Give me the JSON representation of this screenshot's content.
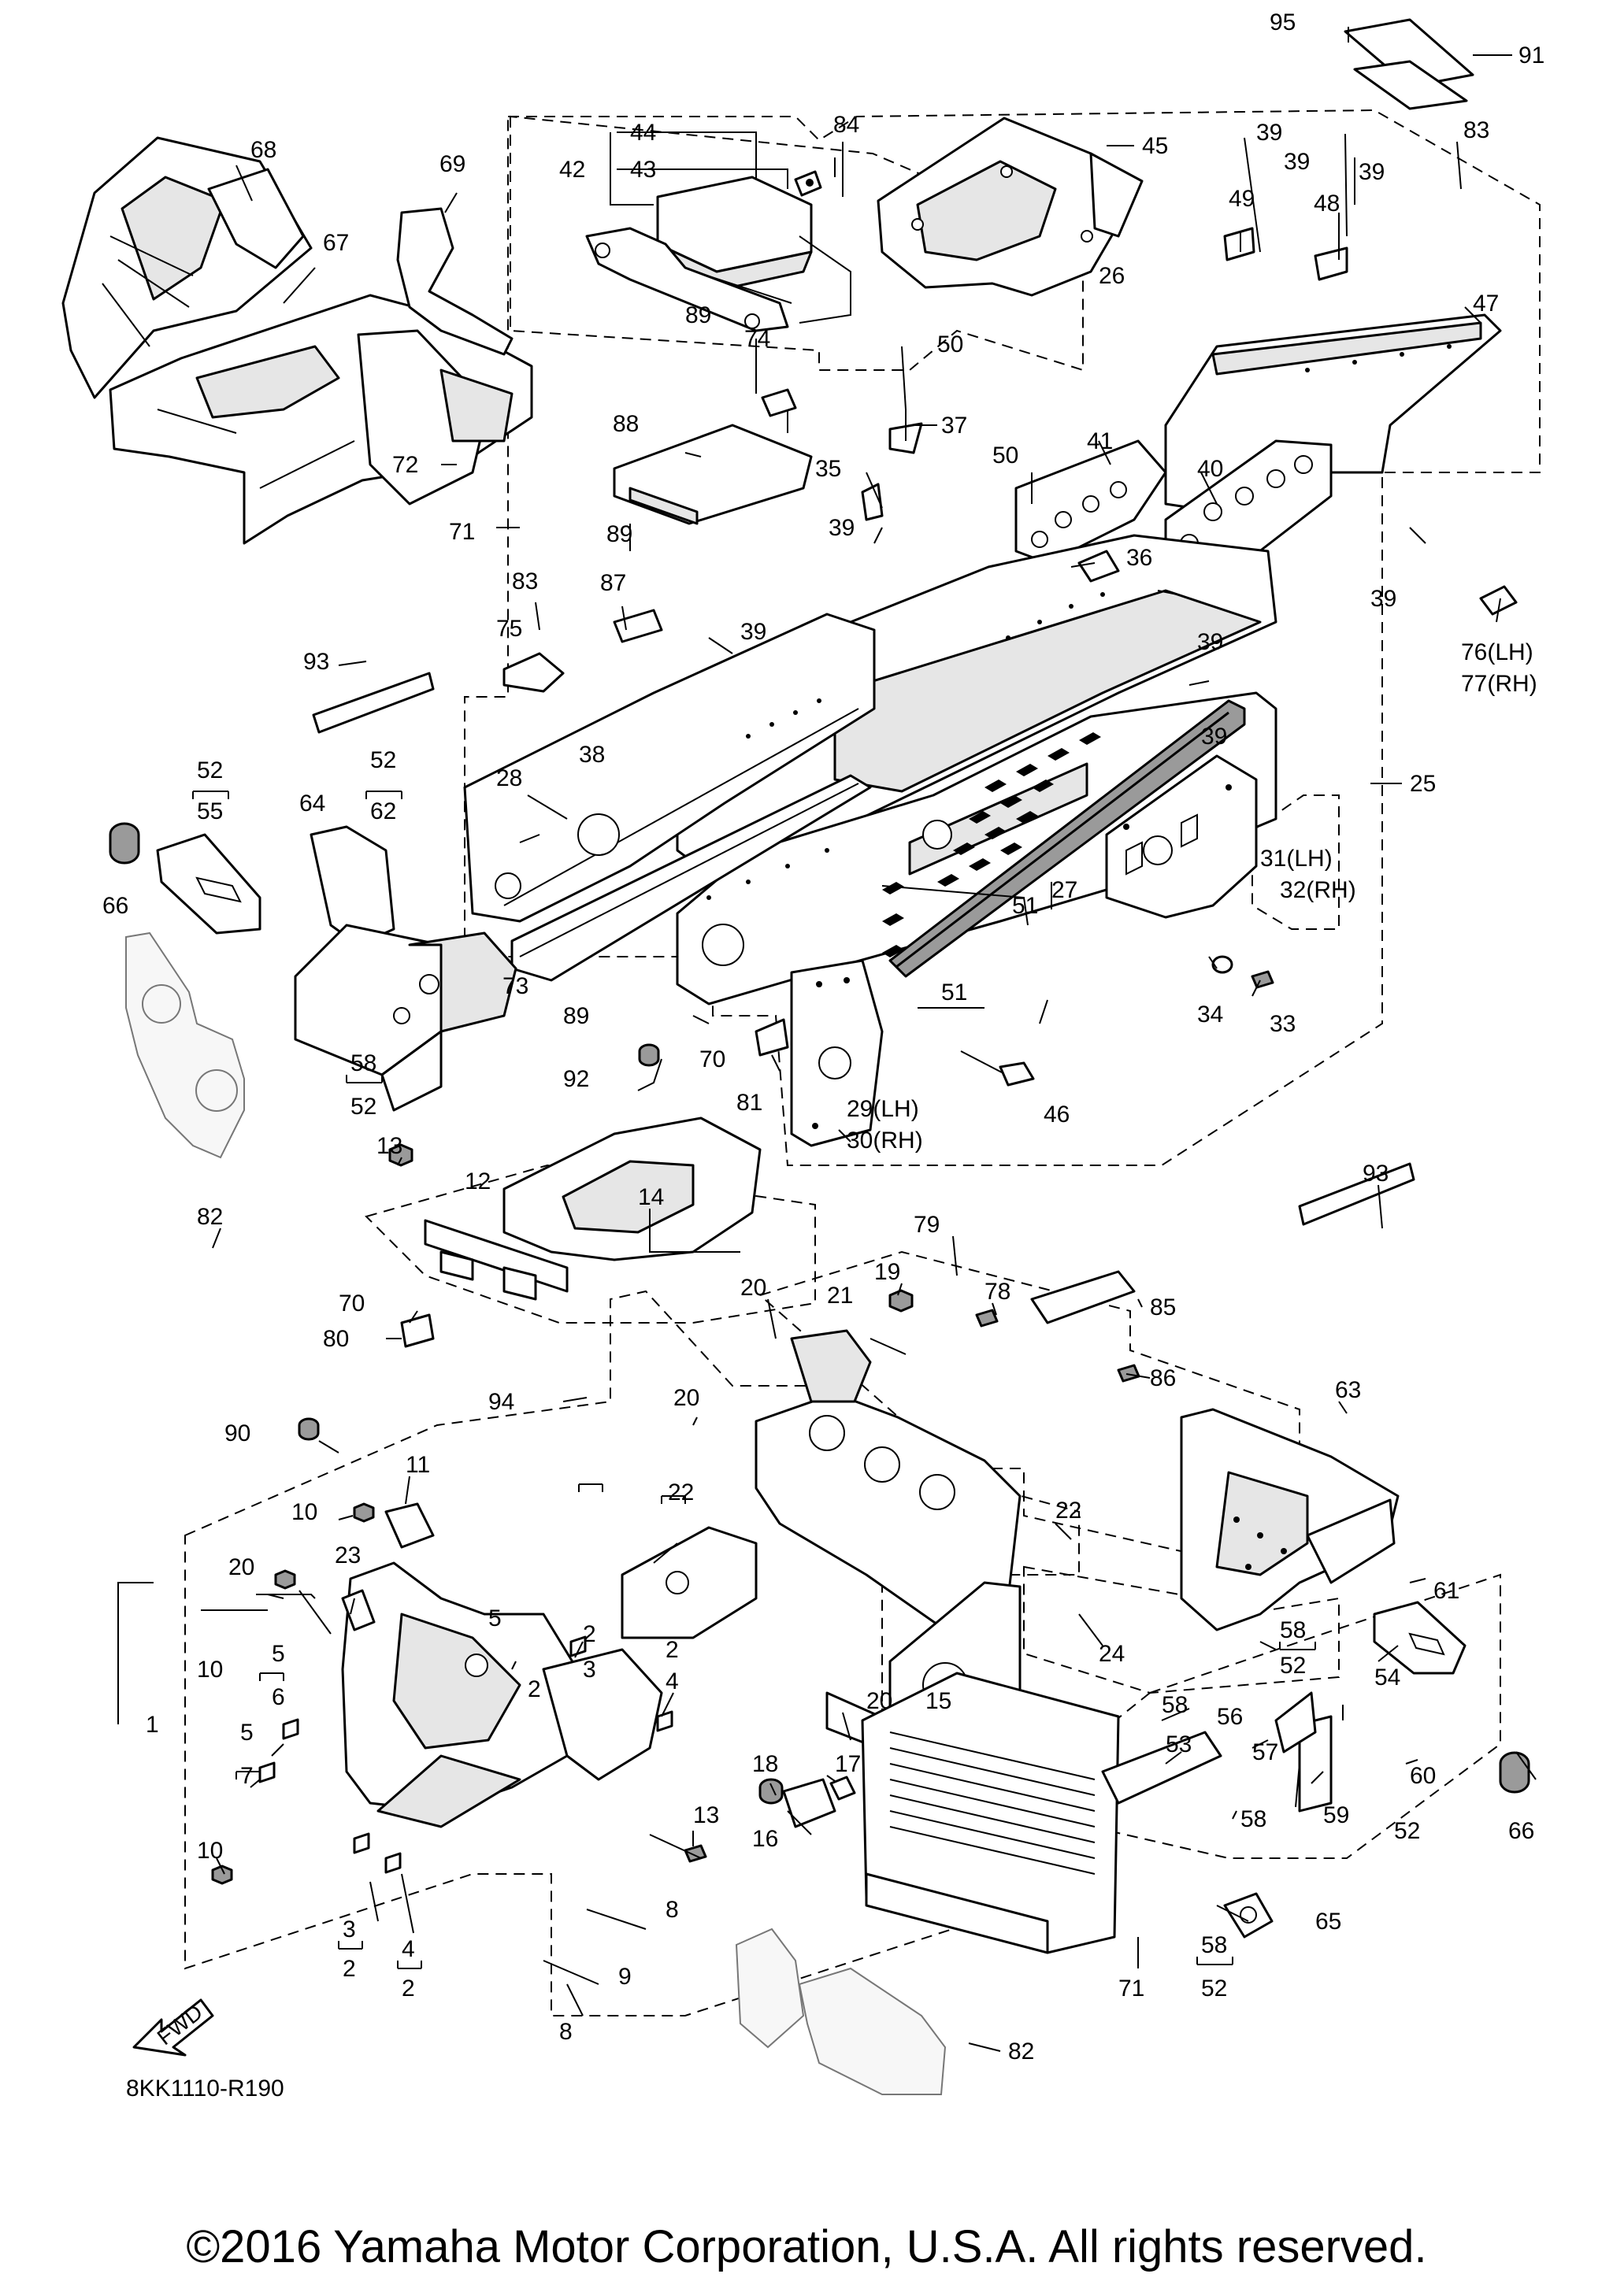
{
  "diagram": {
    "drawing_code": "8KK1110-R190",
    "direction_label": "FWD",
    "callouts": [
      {
        "id": "c95",
        "label": "95"
      },
      {
        "id": "c91",
        "label": "91"
      },
      {
        "id": "c84",
        "label": "84"
      },
      {
        "id": "c44",
        "label": "44"
      },
      {
        "id": "c43",
        "label": "43"
      },
      {
        "id": "c42",
        "label": "42"
      },
      {
        "id": "c45",
        "label": "45"
      },
      {
        "id": "c39a",
        "label": "39"
      },
      {
        "id": "c39b",
        "label": "39"
      },
      {
        "id": "c39c",
        "label": "39"
      },
      {
        "id": "c83a",
        "label": "83"
      },
      {
        "id": "c68",
        "label": "68"
      },
      {
        "id": "c69",
        "label": "69"
      },
      {
        "id": "c67",
        "label": "67"
      },
      {
        "id": "c49",
        "label": "49"
      },
      {
        "id": "c48",
        "label": "48"
      },
      {
        "id": "c26",
        "label": "26"
      },
      {
        "id": "c47",
        "label": "47"
      },
      {
        "id": "c89a",
        "label": "89"
      },
      {
        "id": "c74",
        "label": "74"
      },
      {
        "id": "c50a",
        "label": "50"
      },
      {
        "id": "c37",
        "label": "37"
      },
      {
        "id": "c88",
        "label": "88"
      },
      {
        "id": "c41",
        "label": "41"
      },
      {
        "id": "c72",
        "label": "72"
      },
      {
        "id": "c35",
        "label": "35"
      },
      {
        "id": "c50b",
        "label": "50"
      },
      {
        "id": "c40",
        "label": "40"
      },
      {
        "id": "c71a",
        "label": "71"
      },
      {
        "id": "c89b",
        "label": "89"
      },
      {
        "id": "c39d",
        "label": "39"
      },
      {
        "id": "c36",
        "label": "36"
      },
      {
        "id": "c83b",
        "label": "83"
      },
      {
        "id": "c87",
        "label": "87"
      },
      {
        "id": "c39e",
        "label": "39"
      },
      {
        "id": "c39f",
        "label": "39"
      },
      {
        "id": "c39g",
        "label": "39"
      },
      {
        "id": "c75",
        "label": "75"
      },
      {
        "id": "c76",
        "label": "76(LH)"
      },
      {
        "id": "c77",
        "label": "77(RH)"
      },
      {
        "id": "c93a",
        "label": "93"
      },
      {
        "id": "c39h",
        "label": "39"
      },
      {
        "id": "c52a",
        "label": "52"
      },
      {
        "id": "c55",
        "label": "55"
      },
      {
        "id": "c52b",
        "label": "52"
      },
      {
        "id": "c62",
        "label": "62"
      },
      {
        "id": "c28",
        "label": "28"
      },
      {
        "id": "c38",
        "label": "38"
      },
      {
        "id": "c25",
        "label": "25"
      },
      {
        "id": "c64",
        "label": "64"
      },
      {
        "id": "c66a",
        "label": "66"
      },
      {
        "id": "c31",
        "label": "31(LH)"
      },
      {
        "id": "c32",
        "label": "32(RH)"
      },
      {
        "id": "c27",
        "label": "27"
      },
      {
        "id": "c51a",
        "label": "51"
      },
      {
        "id": "c34",
        "label": "34"
      },
      {
        "id": "c33",
        "label": "33"
      },
      {
        "id": "c73",
        "label": "73"
      },
      {
        "id": "c51b",
        "label": "51"
      },
      {
        "id": "c89c",
        "label": "89"
      },
      {
        "id": "c70a",
        "label": "70"
      },
      {
        "id": "c92",
        "label": "92"
      },
      {
        "id": "c81",
        "label": "81"
      },
      {
        "id": "c58a",
        "label": "58"
      },
      {
        "id": "c52c",
        "label": "52"
      },
      {
        "id": "c29",
        "label": "29(LH)"
      },
      {
        "id": "c30",
        "label": "30(RH)"
      },
      {
        "id": "c46",
        "label": "46"
      },
      {
        "id": "c93b",
        "label": "93"
      },
      {
        "id": "c13a",
        "label": "13"
      },
      {
        "id": "c14",
        "label": "14"
      },
      {
        "id": "c12",
        "label": "12"
      },
      {
        "id": "c82a",
        "label": "82"
      },
      {
        "id": "c79",
        "label": "79"
      },
      {
        "id": "c19",
        "label": "19"
      },
      {
        "id": "c78",
        "label": "78"
      },
      {
        "id": "c20a",
        "label": "20"
      },
      {
        "id": "c21",
        "label": "21"
      },
      {
        "id": "c85",
        "label": "85"
      },
      {
        "id": "c70b",
        "label": "70"
      },
      {
        "id": "c80",
        "label": "80"
      },
      {
        "id": "c86",
        "label": "86"
      },
      {
        "id": "c94",
        "label": "94"
      },
      {
        "id": "c20b",
        "label": "20"
      },
      {
        "id": "c90",
        "label": "90"
      },
      {
        "id": "c63",
        "label": "63"
      },
      {
        "id": "c11",
        "label": "11"
      },
      {
        "id": "c10a",
        "label": "10"
      },
      {
        "id": "c22a",
        "label": "22"
      },
      {
        "id": "c22b",
        "label": "22"
      },
      {
        "id": "c23",
        "label": "23"
      },
      {
        "id": "c20c",
        "label": "20"
      },
      {
        "id": "c61",
        "label": "61"
      },
      {
        "id": "c24",
        "label": "24"
      },
      {
        "id": "c5a",
        "label": "5"
      },
      {
        "id": "c10b",
        "label": "10"
      },
      {
        "id": "c2a",
        "label": "2"
      },
      {
        "id": "c3a",
        "label": "3"
      },
      {
        "id": "c58b",
        "label": "58"
      },
      {
        "id": "c52d",
        "label": "52"
      },
      {
        "id": "c54",
        "label": "54"
      },
      {
        "id": "c2b",
        "label": "2"
      },
      {
        "id": "c4a",
        "label": "4"
      },
      {
        "id": "c1",
        "label": "1"
      },
      {
        "id": "c5b",
        "label": "5"
      },
      {
        "id": "c2c",
        "label": "2"
      },
      {
        "id": "c58c",
        "label": "58"
      },
      {
        "id": "c6",
        "label": "6"
      },
      {
        "id": "c20d",
        "label": "20"
      },
      {
        "id": "c15",
        "label": "15"
      },
      {
        "id": "c53",
        "label": "53"
      },
      {
        "id": "c56",
        "label": "56"
      },
      {
        "id": "c57",
        "label": "57"
      },
      {
        "id": "c60",
        "label": "60"
      },
      {
        "id": "c5c",
        "label": "5"
      },
      {
        "id": "c7",
        "label": "7"
      },
      {
        "id": "c18",
        "label": "18"
      },
      {
        "id": "c17",
        "label": "17"
      },
      {
        "id": "c13b",
        "label": "13"
      },
      {
        "id": "c59",
        "label": "59"
      },
      {
        "id": "c58d",
        "label": "58"
      },
      {
        "id": "c52e",
        "label": "52"
      },
      {
        "id": "c66b",
        "label": "66"
      },
      {
        "id": "c10c",
        "label": "10"
      },
      {
        "id": "c16",
        "label": "16"
      },
      {
        "id": "c65",
        "label": "65"
      },
      {
        "id": "c8a",
        "label": "8"
      },
      {
        "id": "c3b",
        "label": "3"
      },
      {
        "id": "c4b",
        "label": "4"
      },
      {
        "id": "c2d",
        "label": "2"
      },
      {
        "id": "c2e",
        "label": "2"
      },
      {
        "id": "c9",
        "label": "9"
      },
      {
        "id": "c58e",
        "label": "58"
      },
      {
        "id": "c52f",
        "label": "52"
      },
      {
        "id": "c71b",
        "label": "71"
      },
      {
        "id": "c8b",
        "label": "8"
      },
      {
        "id": "c82b",
        "label": "82"
      }
    ]
  },
  "footer": {
    "copyright": "©2016 Yamaha Motor Corporation, U.S.A. All rights reserved."
  }
}
